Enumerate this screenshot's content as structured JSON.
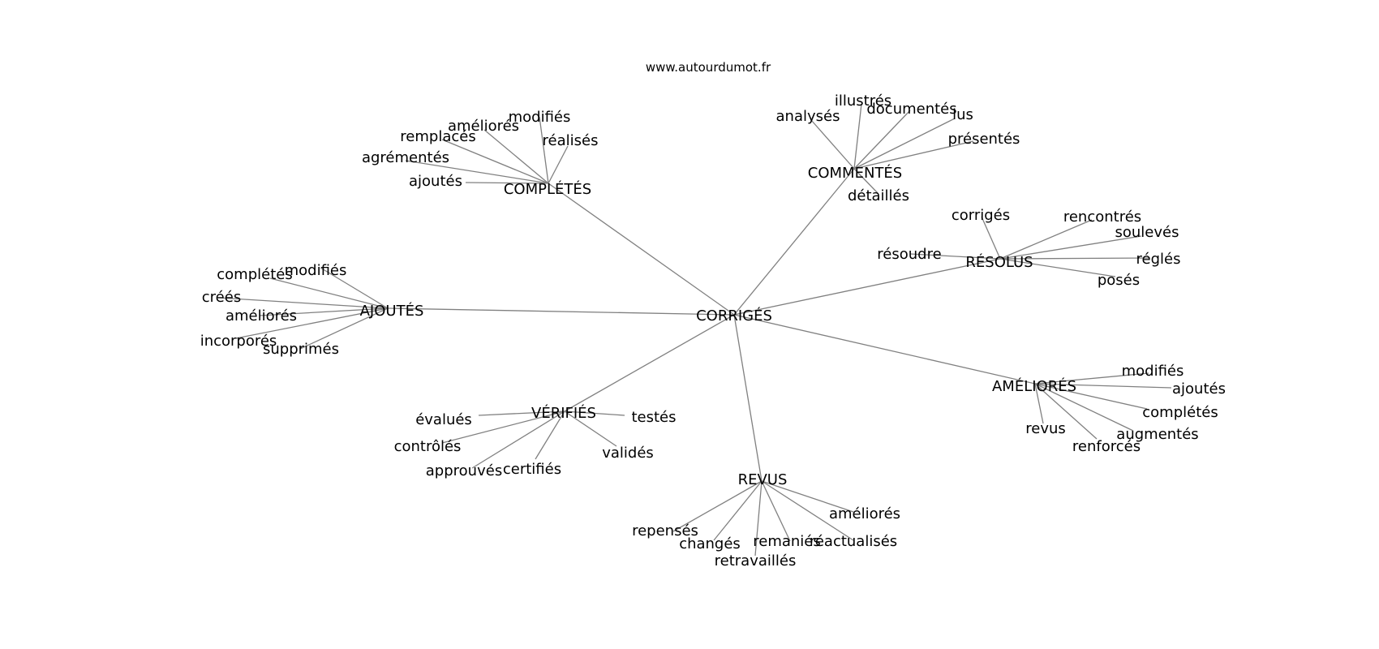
{
  "site": "www.autourdumot.fr",
  "center": "CORRIGÉS",
  "clusters": [
    {
      "hub": "COMPLÉTÉS",
      "leaves": [
        "ajoutés",
        "agrémentés",
        "remplacés",
        "améliorés",
        "modifiés",
        "réalisés"
      ]
    },
    {
      "hub": "COMMENTÉS",
      "leaves": [
        "analysés",
        "illustrés",
        "documentés",
        "lus",
        "présentés",
        "détaillés"
      ]
    },
    {
      "hub": "RÉSOLUS",
      "leaves": [
        "corrigés",
        "rencontrés",
        "soulevés",
        "réglés",
        "posés",
        "résoudre"
      ]
    },
    {
      "hub": "AJOUTÉS",
      "leaves": [
        "complétés",
        "modifiés",
        "créés",
        "améliorés",
        "incorporés",
        "supprimés"
      ]
    },
    {
      "hub": "AMÉLIORÉS",
      "leaves": [
        "modifiés",
        "ajoutés",
        "complétés",
        "augmentés",
        "renforcés",
        "revus"
      ]
    },
    {
      "hub": "VÉRIFIÉS",
      "leaves": [
        "testés",
        "validés",
        "certifiés",
        "approuvés",
        "contrôlés",
        "évalués"
      ]
    },
    {
      "hub": "REVUS",
      "leaves": [
        "améliorés",
        "réactualisés",
        "remaniés",
        "retravaillés",
        "changés",
        "repensés"
      ]
    }
  ]
}
